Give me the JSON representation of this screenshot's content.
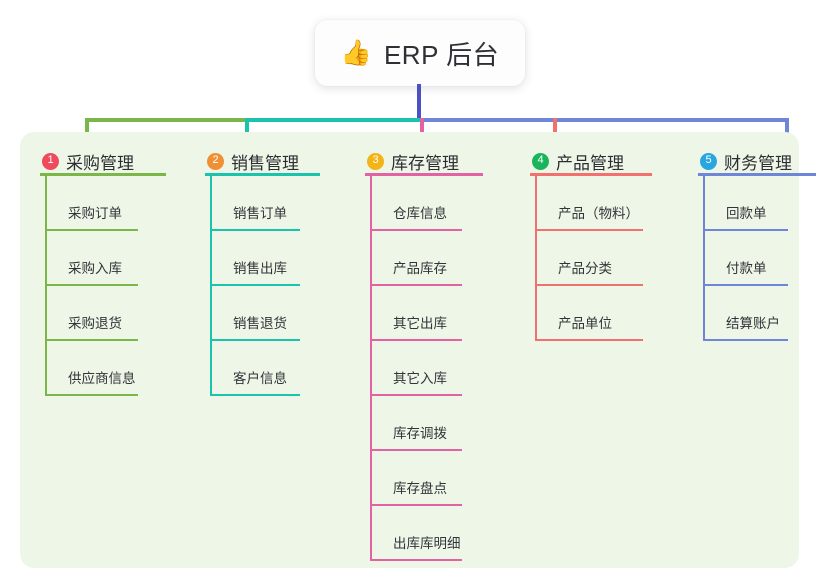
{
  "root": {
    "icon": "thumbs-up-icon",
    "emoji": "👍",
    "title": "ERP 后台"
  },
  "colors": {
    "panel_background": "#eef7e7",
    "page_background": "#ffffff",
    "stem": "#4a51c4",
    "text": "#2d2d33",
    "branch_1": "#7ab648",
    "branch_2": "#1cc3ac",
    "branch_3": "#e262a4",
    "branch_4": "#f2706e",
    "branch_5": "#6f85d8",
    "badge_1": "#ef4b5e",
    "badge_2": "#f09035",
    "badge_3": "#f2b417",
    "badge_4": "#19b55c",
    "badge_5": "#29a6e0"
  },
  "branches": [
    {
      "number": "1",
      "title": "采购管理",
      "color": "#7ab648",
      "badge_color": "#ef4b5e",
      "items": [
        {
          "label": "采购订单"
        },
        {
          "label": "采购入库"
        },
        {
          "label": "采购退货"
        },
        {
          "label": "供应商信息"
        }
      ]
    },
    {
      "number": "2",
      "title": "销售管理",
      "color": "#1cc3ac",
      "badge_color": "#f09035",
      "items": [
        {
          "label": "销售订单"
        },
        {
          "label": "销售出库"
        },
        {
          "label": "销售退货"
        },
        {
          "label": "客户信息"
        }
      ]
    },
    {
      "number": "3",
      "title": "库存管理",
      "color": "#e262a4",
      "badge_color": "#f2b417",
      "items": [
        {
          "label": "仓库信息"
        },
        {
          "label": "产品库存"
        },
        {
          "label": "其它出库"
        },
        {
          "label": "其它入库"
        },
        {
          "label": "库存调拨"
        },
        {
          "label": "库存盘点"
        },
        {
          "label": "出库库明细"
        }
      ]
    },
    {
      "number": "4",
      "title": "产品管理",
      "color": "#f2706e",
      "badge_color": "#19b55c",
      "items": [
        {
          "label": "产品（物料）"
        },
        {
          "label": "产品分类"
        },
        {
          "label": "产品单位"
        }
      ]
    },
    {
      "number": "5",
      "title": "财务管理",
      "color": "#6f85d8",
      "badge_color": "#29a6e0",
      "items": [
        {
          "label": "回款单"
        },
        {
          "label": "付款单"
        },
        {
          "label": "结算账户"
        }
      ]
    }
  ]
}
